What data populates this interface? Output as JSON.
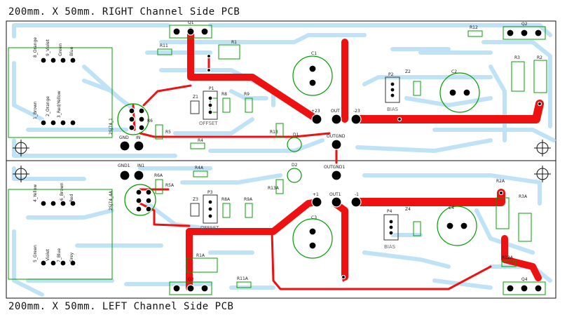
{
  "titles": {
    "top": "200mm. X 50mm. RIGHT Channel Side PCB",
    "bottom": "200mm. X 50mm. LEFT Channel Side PCB"
  },
  "colors": {
    "background": "#ffffff",
    "board_outline": "#111111",
    "top_copper": "#ee1111",
    "bottom_copper": "#bfe2f7",
    "silkscreen": "#00a000",
    "pad": "#000000",
    "label": "#1a1a1a"
  },
  "top_board": {
    "parts": {
      "q1": "Q1",
      "q2": "Q2",
      "r1": "R1",
      "r11": "R11",
      "r12": "R12",
      "r3": "R3",
      "r2": "R2",
      "c1": "C1",
      "c2": "C2",
      "p1": "P1",
      "p2": "P2",
      "z1": "Z1",
      "z2": "Z2",
      "r6": "R6",
      "r8": "R8",
      "r9": "R9",
      "r5": "R5",
      "r4": "R4",
      "r13": "R13",
      "d1": "D1",
      "bias": "BIAS",
      "offset": "OFFSET",
      "plus23": "+23",
      "out": "OUT",
      "minus23": "-23",
      "gnd": "GND",
      "in": "IN",
      "outgnd": "OUTGND",
      "chip": "2SJ74_1",
      "w1": "1_Brown",
      "w2": "2_Orange",
      "w3": "3_Red/Yellow",
      "w4": "8_Orange",
      "w5": "9_Violet",
      "w6": "Green",
      "w7": "Blue"
    }
  },
  "bottom_board": {
    "parts": {
      "q3": "Q3",
      "q4": "Q4",
      "r1a": "R1A",
      "r11a": "R11A",
      "r12a": "R12A",
      "r3a": "R3A",
      "r2a": "R2A",
      "c3": "C3",
      "c4": "C4",
      "p3": "P3",
      "p4": "P4",
      "z3": "Z3",
      "z4": "Z4",
      "r6a": "R6A",
      "r8a": "R8A",
      "r9a": "R9A",
      "r5a": "R5A",
      "r4a": "R4A",
      "r13a": "R13A",
      "d2": "D2",
      "bias": "BIAS",
      "offset": "OFFSET",
      "plus1": "+1",
      "out1": "OUT1",
      "minus1": "-1",
      "gnd1": "GND1",
      "in1": "IN1",
      "outgnd1": "OUTGND1",
      "chip": "2SJ74_4A",
      "w1": "4_Yellow",
      "w2": "6_Brown",
      "w3": "5_Green",
      "w4": "7_Blue",
      "w5": "Grey",
      "w6": "Violet",
      "w7": "Red"
    }
  }
}
